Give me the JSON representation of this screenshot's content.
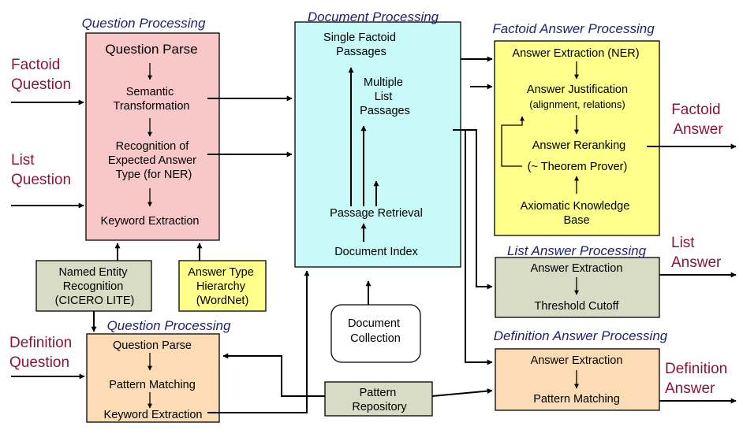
{
  "colors": {
    "question_processing": "#f8c8c8",
    "document_processing": "#c8fafa",
    "factoid_answer": "#ffff8c",
    "list_answer": "#d8dcc4",
    "definition": "#fcdcb4",
    "resource_gray": "#d8dcc4",
    "resource_yellow": "#ffff8c",
    "section_title": "#1f1f6e",
    "input_output_text": "#8b1538"
  },
  "inputs": {
    "factoid": [
      "Factoid",
      "Question"
    ],
    "list": [
      "List",
      "Question"
    ],
    "definition": [
      "Definition",
      "Question"
    ]
  },
  "outputs": {
    "factoid": [
      "Factoid",
      "Answer"
    ],
    "list": [
      "List",
      "Answer"
    ],
    "definition": [
      "Definition",
      "Answer"
    ]
  },
  "question_processing": {
    "title": "Question Processing",
    "steps": {
      "parse": "Question Parse",
      "semantic": [
        "Semantic",
        "Transformation"
      ],
      "recognition": [
        "Recognition of",
        "Expected Answer",
        "Type (for NER)"
      ],
      "keyword": "Keyword Extraction"
    }
  },
  "resources": {
    "ner": [
      "Named Entity",
      "Recognition",
      "(CICERO LITE)"
    ],
    "answer_type": [
      "Answer Type",
      "Hierarchy",
      "(WordNet)"
    ]
  },
  "definition_question_processing": {
    "title": "Question Processing",
    "steps": [
      "Question Parse",
      "Pattern Matching",
      "Keyword Extraction"
    ]
  },
  "document_processing": {
    "title": "Document Processing",
    "single": [
      "Single Factoid",
      "Passages"
    ],
    "multiple": [
      "Multiple",
      "List",
      "Passages"
    ],
    "retrieval": "Passage Retrieval",
    "index": "Document Index"
  },
  "document_collection": [
    "Document",
    "Collection"
  ],
  "pattern_repository": [
    "Pattern",
    "Repository"
  ],
  "factoid_answer_processing": {
    "title": "Factoid Answer Processing",
    "extraction": "Answer Extraction (NER)",
    "justification": "Answer Justification",
    "justification_note": "(alignment, relations)",
    "reranking": "Answer Reranking",
    "prover": "(~ Theorem Prover)",
    "knowledge": [
      "Axiomatic Knowledge",
      "Base"
    ]
  },
  "list_answer_processing": {
    "title": "List Answer Processing",
    "steps": [
      "Answer Extraction",
      "Threshold Cutoff"
    ]
  },
  "definition_answer_processing": {
    "title": "Definition Answer Processing",
    "steps": [
      "Answer Extraction",
      "Pattern Matching"
    ]
  }
}
